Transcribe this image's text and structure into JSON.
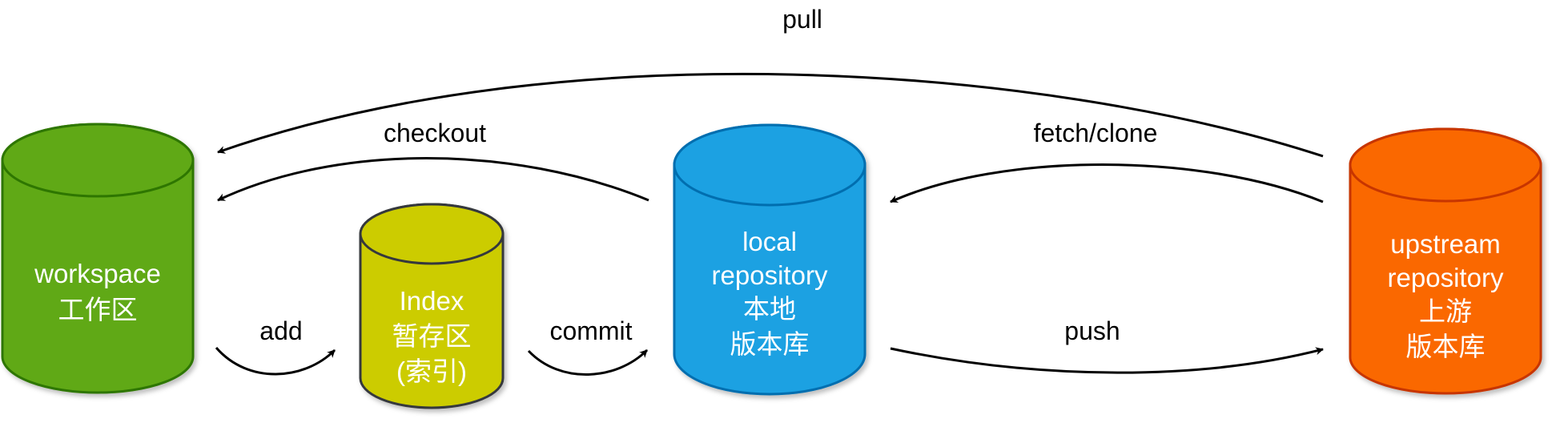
{
  "nodes": {
    "workspace": {
      "lines": [
        "workspace",
        "工作区"
      ],
      "fill": "#60a917",
      "stroke": "#2d7600"
    },
    "index": {
      "lines": [
        "Index",
        "暂存区",
        "(索引)"
      ],
      "fill": "#cccc00",
      "stroke": "#36393d"
    },
    "local": {
      "lines": [
        "local",
        "repository",
        "本地",
        "版本库"
      ],
      "fill": "#1ba1e2",
      "stroke": "#006eaf"
    },
    "upstream": {
      "lines": [
        "upstream",
        "repository",
        "上游",
        "版本库"
      ],
      "fill": "#fa6800",
      "stroke": "#c73500"
    }
  },
  "edges": {
    "pull": "pull",
    "checkout": "checkout",
    "fetch_clone": "fetch/clone",
    "add": "add",
    "commit": "commit",
    "push": "push"
  }
}
